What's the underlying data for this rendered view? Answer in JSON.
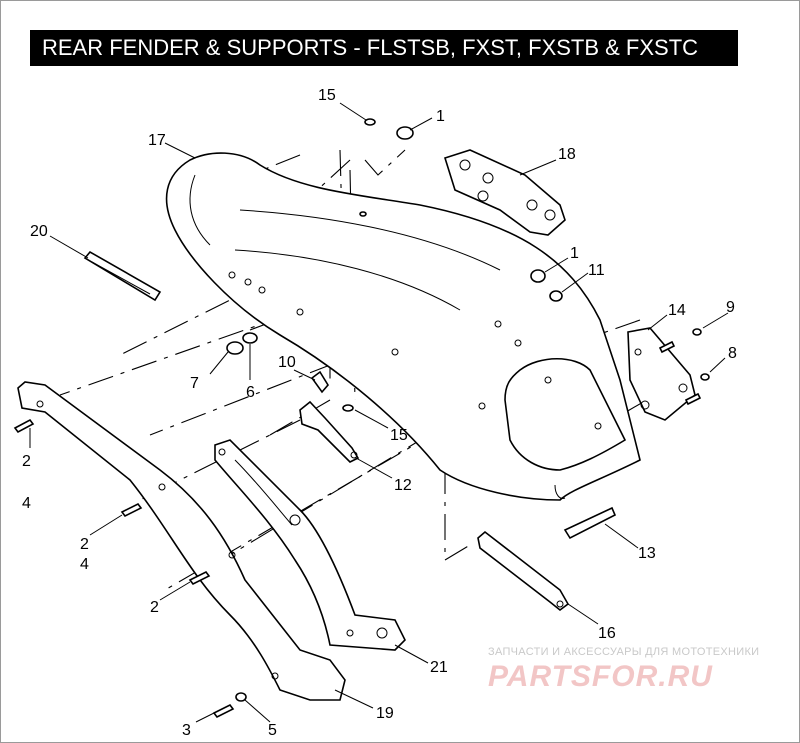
{
  "title": "REAR FENDER & SUPPORTS - FLSTSB, FXST, FXSTB & FXSTC",
  "callouts": {
    "c15_top": "15",
    "c1_top": "1",
    "c17": "17",
    "c18": "18",
    "c20": "20",
    "c1_mid": "1",
    "c11": "11",
    "c14": "14",
    "c9": "9",
    "c8": "8",
    "c10": "10",
    "c7": "7",
    "c6": "6",
    "c15_mid": "15",
    "c12": "12",
    "c2_a": "2",
    "c4_a": "4",
    "c2_b": "2",
    "c4_b": "4",
    "c2_c": "2",
    "c13": "13",
    "c16": "16",
    "c21": "21",
    "c19": "19",
    "c3": "3",
    "c5": "5"
  },
  "watermark": {
    "tagline": "ЗАПЧАСТИ И АКСЕССУАРЫ ДЛЯ МОТОТЕХНИКИ",
    "brand": "PARTSFOR.RU"
  }
}
